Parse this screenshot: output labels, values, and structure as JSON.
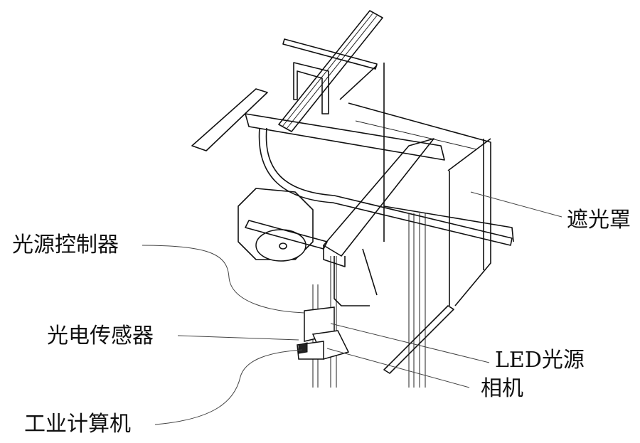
{
  "figure": {
    "description": "Isometric line drawing of a machine-vision inspection rig",
    "labels": {
      "light_controller": "光源控制器",
      "photoelectric_sensor": "光电传感器",
      "industrial_computer": "工业计算机",
      "light_shield": "遮光罩",
      "led_light_source": "LED光源",
      "camera": "相机"
    }
  }
}
